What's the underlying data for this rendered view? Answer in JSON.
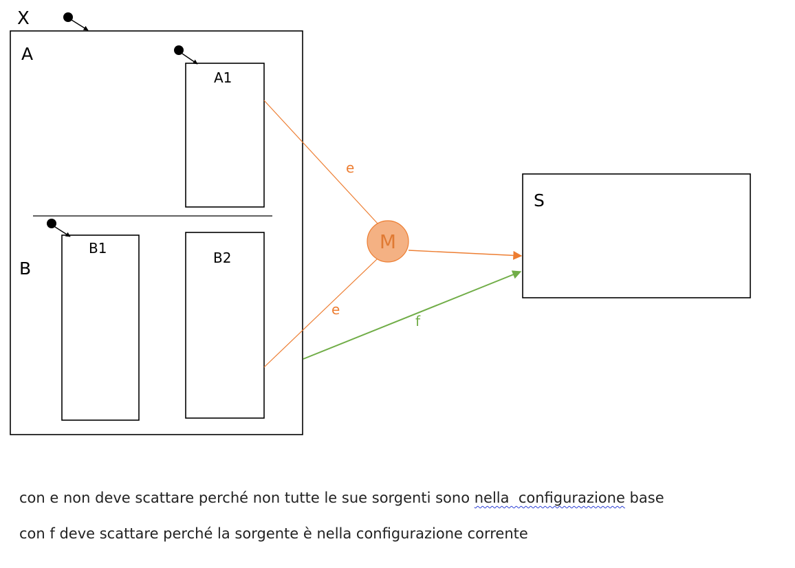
{
  "diagram": {
    "states": {
      "x": "X",
      "a": "A",
      "a1": "A1",
      "b": "B",
      "b1": "B1",
      "b2": "B2",
      "s": "S"
    },
    "merge_node": "M",
    "transitions": {
      "e_upper": "e",
      "e_lower": "e",
      "f": "f"
    },
    "colors": {
      "e": "#ed7d31",
      "f": "#70ad47",
      "merge_fill": "#f4b183",
      "merge_stroke": "#ed7d31",
      "merge_text": "#e07a33"
    }
  },
  "notes": {
    "line1": {
      "before": "con e non deve scattare perché non tutte le sue sorgenti sono ",
      "misspelled": "nella  configurazione",
      "after": " base"
    },
    "line2": "con f deve scattare perché la sorgente è nella configurazione corrente"
  }
}
